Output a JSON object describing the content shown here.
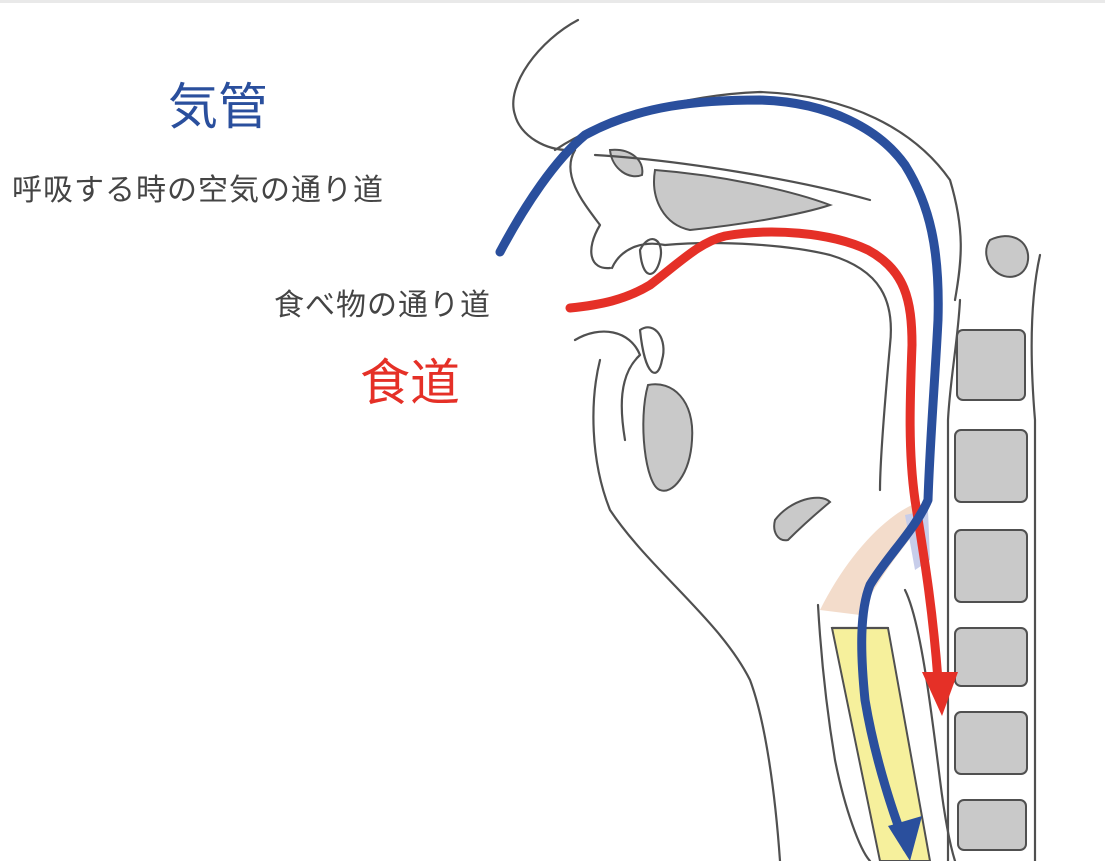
{
  "labels": {
    "airway_title": "気管",
    "airway_description": "呼吸する時の空気の通り道",
    "food_description": "食べ物の通り道",
    "food_title": "食道"
  },
  "colors": {
    "airway": "#2a4f9d",
    "food": "#e53027",
    "outline": "#505050",
    "bone": "#c9c9c9",
    "trachea_fill": "#f6f09c",
    "larynx_fill": "#f3dccb",
    "epiglottis_fill": "#c7cdea"
  }
}
